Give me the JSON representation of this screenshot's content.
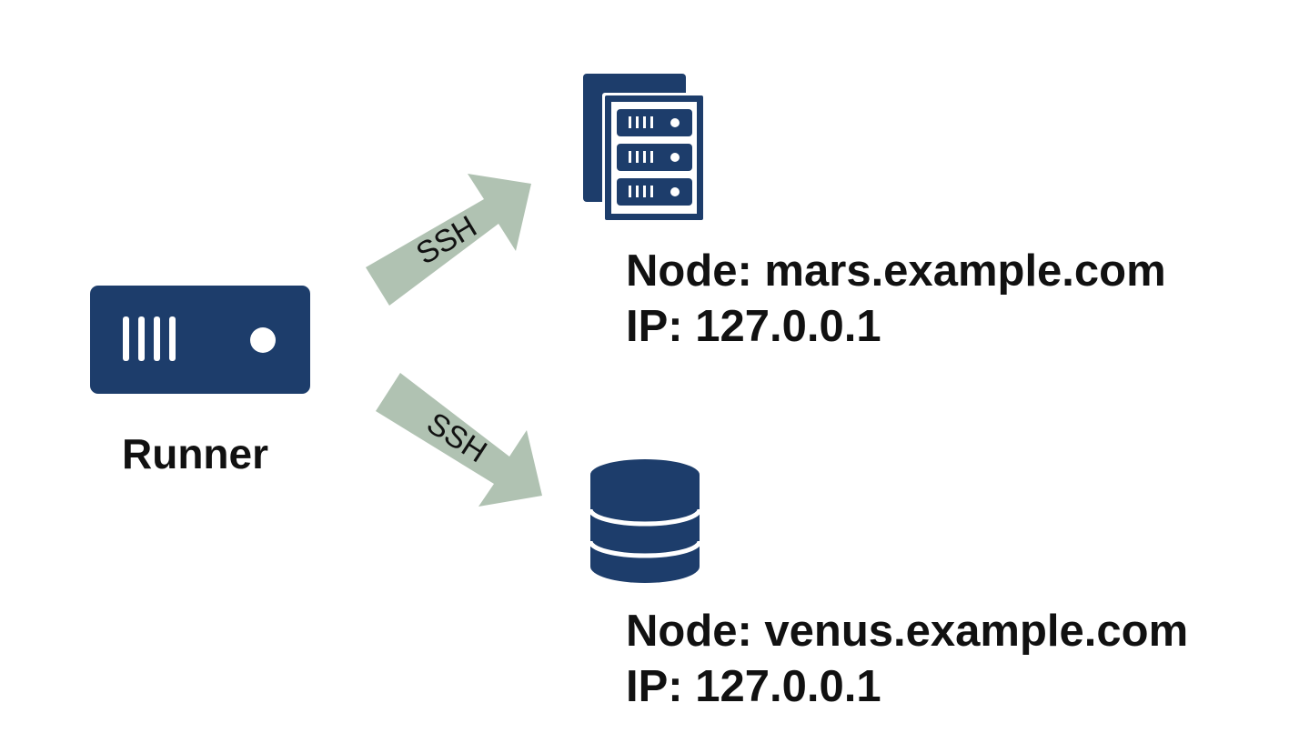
{
  "colors": {
    "icon": "#1d3d6b",
    "arrow": "#b0c2b2",
    "text": "#111111",
    "background": "#ffffff"
  },
  "runner": {
    "label": "Runner",
    "icon": "server-unit-icon"
  },
  "connections": [
    {
      "label": "SSH",
      "target": "mars"
    },
    {
      "label": "SSH",
      "target": "venus"
    }
  ],
  "nodes": {
    "mars": {
      "icon": "server-rack-icon",
      "node_line": "Node: mars.example.com",
      "ip_line": "IP: 127.0.0.1"
    },
    "venus": {
      "icon": "database-icon",
      "node_line": "Node: venus.example.com",
      "ip_line": "IP: 127.0.0.1"
    }
  }
}
